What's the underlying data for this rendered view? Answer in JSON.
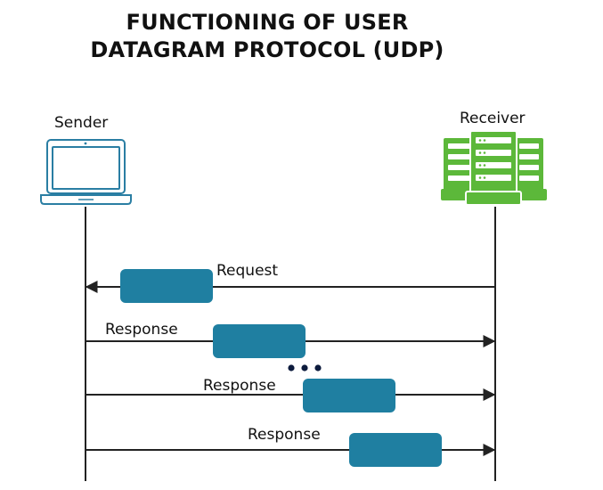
{
  "title": {
    "line1": "FUNCTIONING OF USER",
    "line2": "DATAGRAM PROTOCOL (UDP)"
  },
  "sender": {
    "label": "Sender",
    "icon": "laptop-icon"
  },
  "receiver": {
    "label": "Receiver",
    "icon": "server-rack-icon"
  },
  "messages": [
    {
      "label": "Request",
      "direction": "receiver-to-sender"
    },
    {
      "label": "Response",
      "direction": "sender-to-receiver"
    },
    {
      "label": "Response",
      "direction": "sender-to-receiver"
    },
    {
      "label": "Response",
      "direction": "sender-to-receiver"
    }
  ],
  "colors": {
    "packet": "#1f7fa1",
    "laptop": "#2a7ea3",
    "server": "#5cb83a",
    "line": "#222222",
    "ellipsis": "#0d1b3d"
  }
}
